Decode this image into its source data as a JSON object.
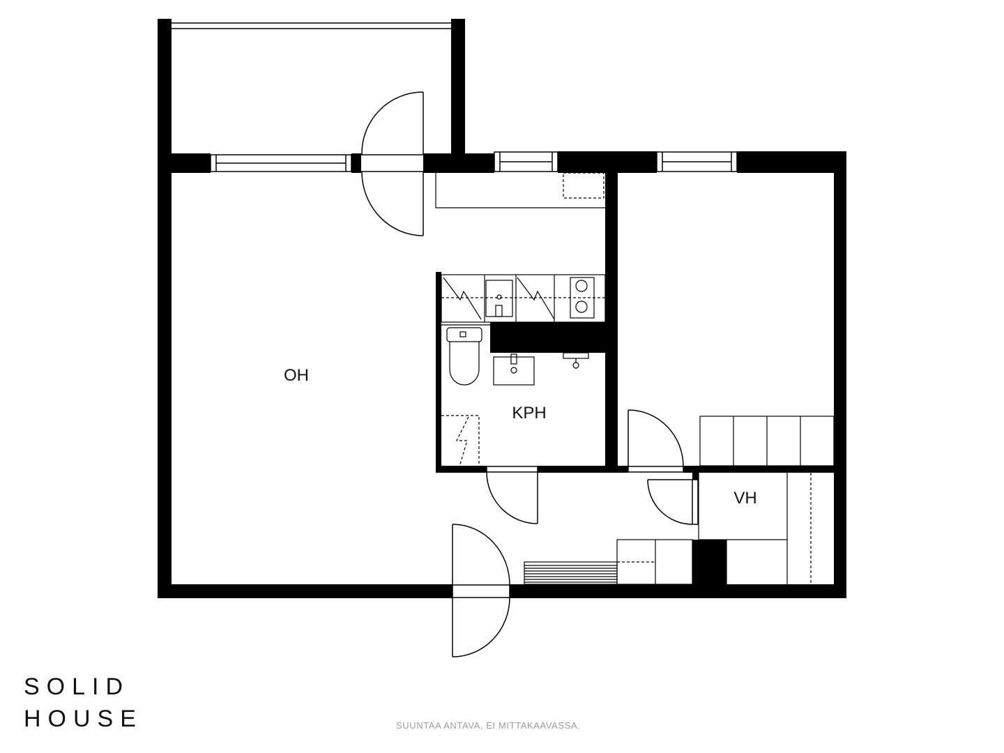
{
  "rooms": {
    "living": "OH",
    "bathroom": "KPH",
    "closet": "VH"
  },
  "logo": {
    "line1": "SOLID",
    "line2": "HOUSE"
  },
  "disclaimer": "SUUNTAA ANTAVA, EI MITTAKAAVASSA.",
  "colors": {
    "wall": "#000000",
    "line": "#000000",
    "background": "#ffffff",
    "disclaimer": "#9a9a9a"
  }
}
